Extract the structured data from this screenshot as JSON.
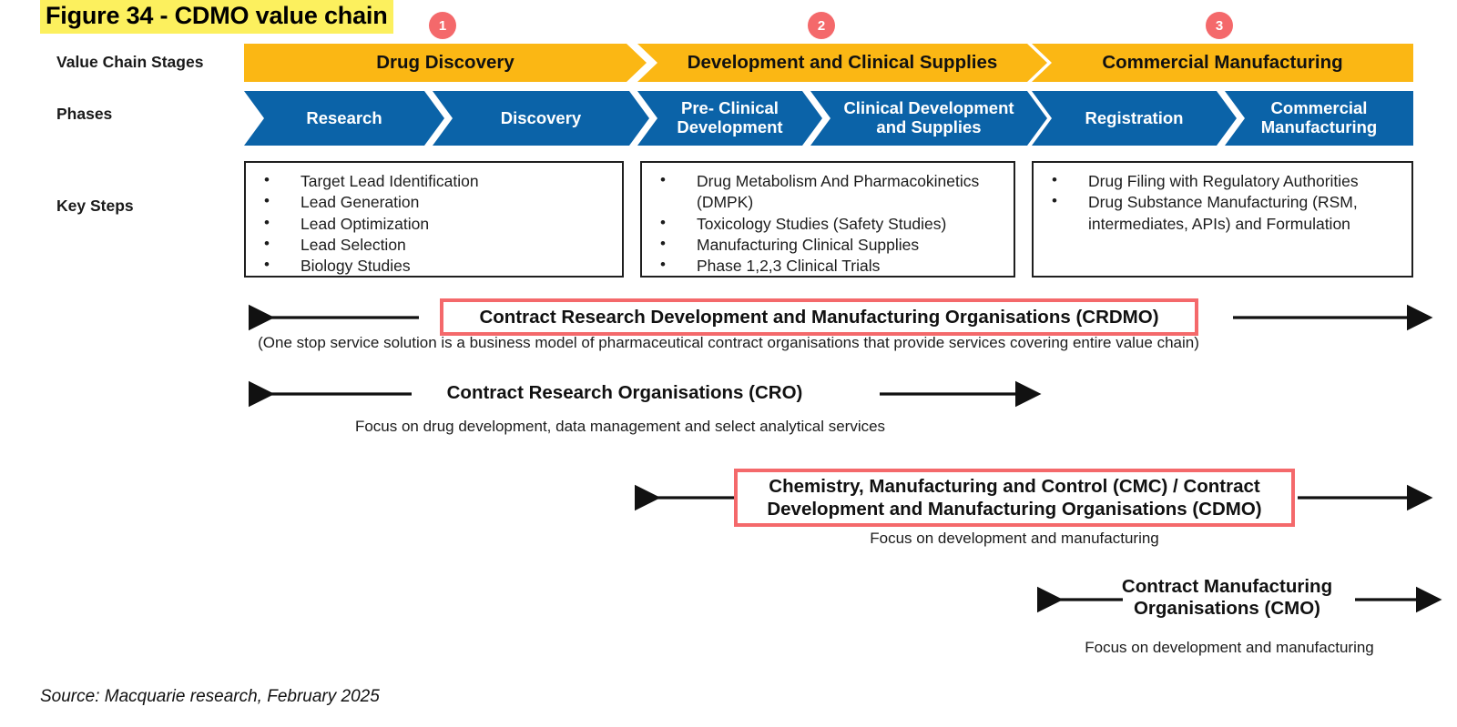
{
  "title": "Figure 34 - CDMO value chain",
  "source": "Source: Macquarie research, February 2025",
  "colors": {
    "highlight": "#FCF05E",
    "stage_bar": "#FBB714",
    "phase_bar": "#0B63A8",
    "badge": "#F4696B",
    "callout_border": "#F4696B",
    "box_border": "#1F1F1F",
    "text": "#111111"
  },
  "row_labels": {
    "stages": "Value Chain Stages",
    "phases": "Phases",
    "key_steps": "Key Steps"
  },
  "badges": [
    {
      "number": "1"
    },
    {
      "number": "2"
    },
    {
      "number": "3"
    }
  ],
  "stages": [
    {
      "label": "Drug Discovery"
    },
    {
      "label": "Development and Clinical Supplies"
    },
    {
      "label": "Commercial Manufacturing"
    }
  ],
  "phases": [
    {
      "label": "Research"
    },
    {
      "label": "Discovery"
    },
    {
      "label": "Pre- Clinical\nDevelopment"
    },
    {
      "label": "Clinical Development\nand Supplies"
    },
    {
      "label": "Registration"
    },
    {
      "label": "Commercial\nManufacturing"
    }
  ],
  "key_steps": [
    {
      "items": [
        "Target Lead Identification",
        "Lead Generation",
        "Lead Optimization",
        "Lead Selection",
        "Biology Studies"
      ]
    },
    {
      "items": [
        "Drug Metabolism And Pharmacokinetics (DMPK)",
        "Toxicology Studies (Safety Studies)",
        "Manufacturing Clinical Supplies",
        "Phase 1,2,3  Clinical Trials"
      ]
    },
    {
      "items": [
        "Drug Filing with Regulatory Authorities",
        "Drug Substance Manufacturing (RSM, intermediates, APIs) and Formulation"
      ]
    }
  ],
  "scopes": [
    {
      "id": "crdmo",
      "label": "Contract Research Development and Manufacturing Organisations (CRDMO)",
      "note": "(One stop service solution is a business model of pharmaceutical contract organisations that provide services covering entire value chain)",
      "boxed": "true"
    },
    {
      "id": "cro",
      "label": "Contract Research Organisations (CRO)",
      "note": "Focus on drug development, data management and select analytical services",
      "boxed": "false"
    },
    {
      "id": "cmc-cdmo",
      "label": "Chemistry, Manufacturing and Control (CMC) / Contract Development and Manufacturing Organisations (CDMO)",
      "label_line1": "Chemistry, Manufacturing and Control (CMC) / Contract",
      "label_line2": "Development and Manufacturing Organisations (CDMO)",
      "note": "Focus on development and manufacturing",
      "boxed": "true"
    },
    {
      "id": "cmo",
      "label": "Contract Manufacturing Organisations (CMO)",
      "label_line1": "Contract Manufacturing",
      "label_line2": "Organisations (CMO)",
      "note": "Focus on development and manufacturing",
      "boxed": "false"
    }
  ]
}
